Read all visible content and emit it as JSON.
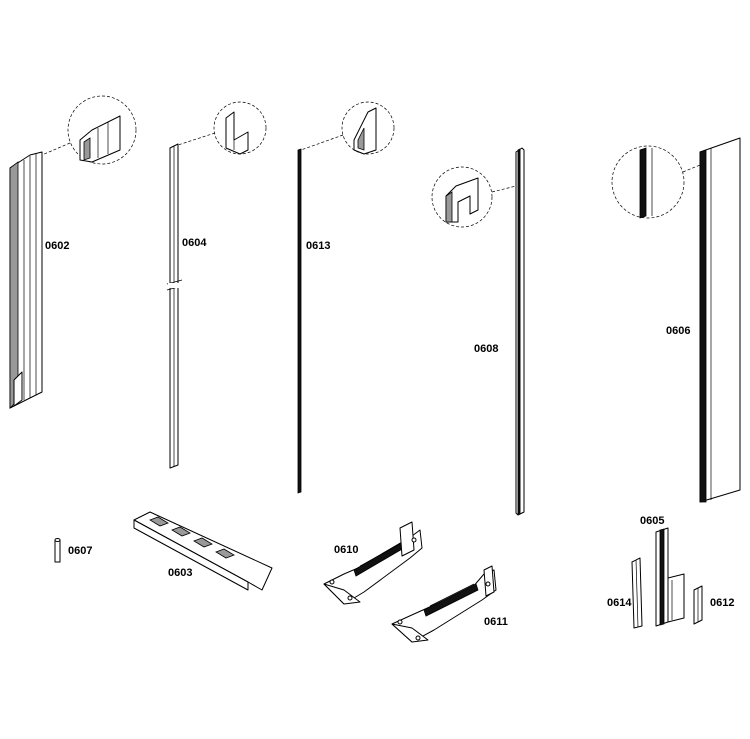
{
  "diagram": {
    "parts": [
      {
        "id": "0602",
        "label": "0602"
      },
      {
        "id": "0604",
        "label": "0604"
      },
      {
        "id": "0613",
        "label": "0613"
      },
      {
        "id": "0608",
        "label": "0608"
      },
      {
        "id": "0606",
        "label": "0606"
      },
      {
        "id": "0607",
        "label": "0607"
      },
      {
        "id": "0603",
        "label": "0603"
      },
      {
        "id": "0610",
        "label": "0610"
      },
      {
        "id": "0611",
        "label": "0611"
      },
      {
        "id": "0605",
        "label": "0605"
      },
      {
        "id": "0614",
        "label": "0614"
      },
      {
        "id": "0612",
        "label": "0612"
      }
    ]
  }
}
